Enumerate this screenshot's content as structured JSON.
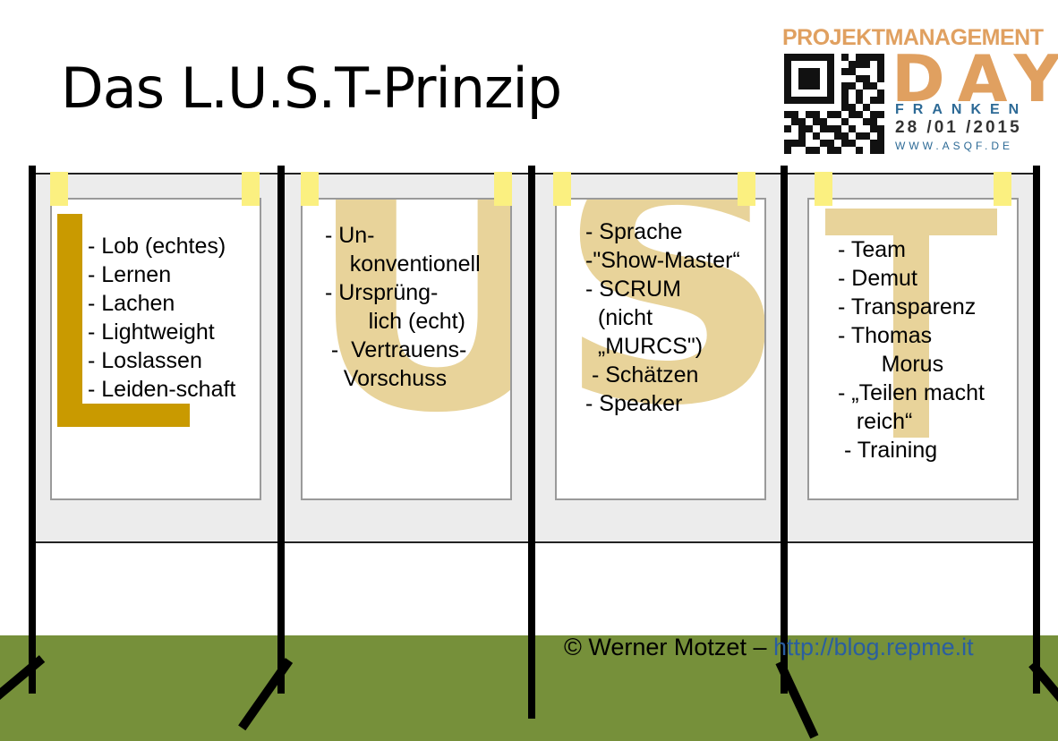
{
  "title": "Das L.U.S.T-Prinzip",
  "logo": {
    "top": "PROJEKTMANAGEMENT",
    "day": "DAY",
    "region": "FRANKEN",
    "date": "28 /01 /2015",
    "url": "WWW.ASQF.DE"
  },
  "boards": [
    {
      "letter": "L",
      "items": [
        "- Lob (echtes)",
        "- Lernen",
        "- Lachen",
        "- Lightweight",
        "- Loslassen",
        "- Leiden-schaft"
      ]
    },
    {
      "letter": "U",
      "items": [
        " - Un-",
        "     konventionell",
        " - Ursprüng-",
        "        lich (echt)",
        "  -  Vertrauens-",
        "    Vorschuss"
      ]
    },
    {
      "letter": "S",
      "items": [
        "- Sprache",
        "-\"Show-Master“",
        "- SCRUM",
        "  (nicht",
        "  „MURCS\")",
        " - Schätzen",
        "- Speaker"
      ]
    },
    {
      "letter": "T",
      "items": [
        "- Team",
        "- Demut",
        "- Transparenz",
        "- Thomas",
        "       Morus",
        "- „Teilen macht",
        "   reich“",
        " - Training"
      ]
    }
  ],
  "footer": {
    "copyright": "© Werner Motzet – ",
    "link": "http://blog.repme.it"
  },
  "colors": {
    "ground": "#76903a",
    "letter_L": "#c99a00",
    "letter_faded": "#e8d39a",
    "tape": "#fbf080",
    "logo_orange": "#e0a060",
    "logo_blue": "#2d6a96"
  }
}
